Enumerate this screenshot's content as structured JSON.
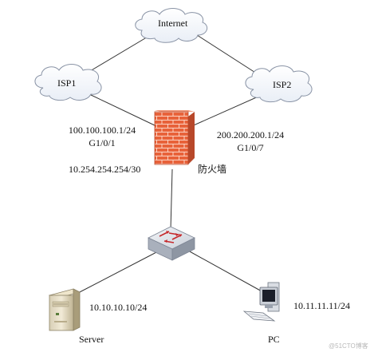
{
  "nodes": {
    "internet": "Internet",
    "isp1": "ISP1",
    "isp2": "ISP2",
    "firewall": "防火墙",
    "server": "Server",
    "pc": "PC"
  },
  "interfaces": {
    "isp1_side_ip": "100.100.100.1/24",
    "isp1_side_port": "G1/0/1",
    "isp2_side_ip": "200.200.200.1/24",
    "isp2_side_port": "G1/0/7",
    "lan_ip": "10.254.254.254/30",
    "server_ip": "10.10.10.10/24",
    "pc_ip": "10.11.11.11/24"
  },
  "watermark": "@51CTO博客"
}
